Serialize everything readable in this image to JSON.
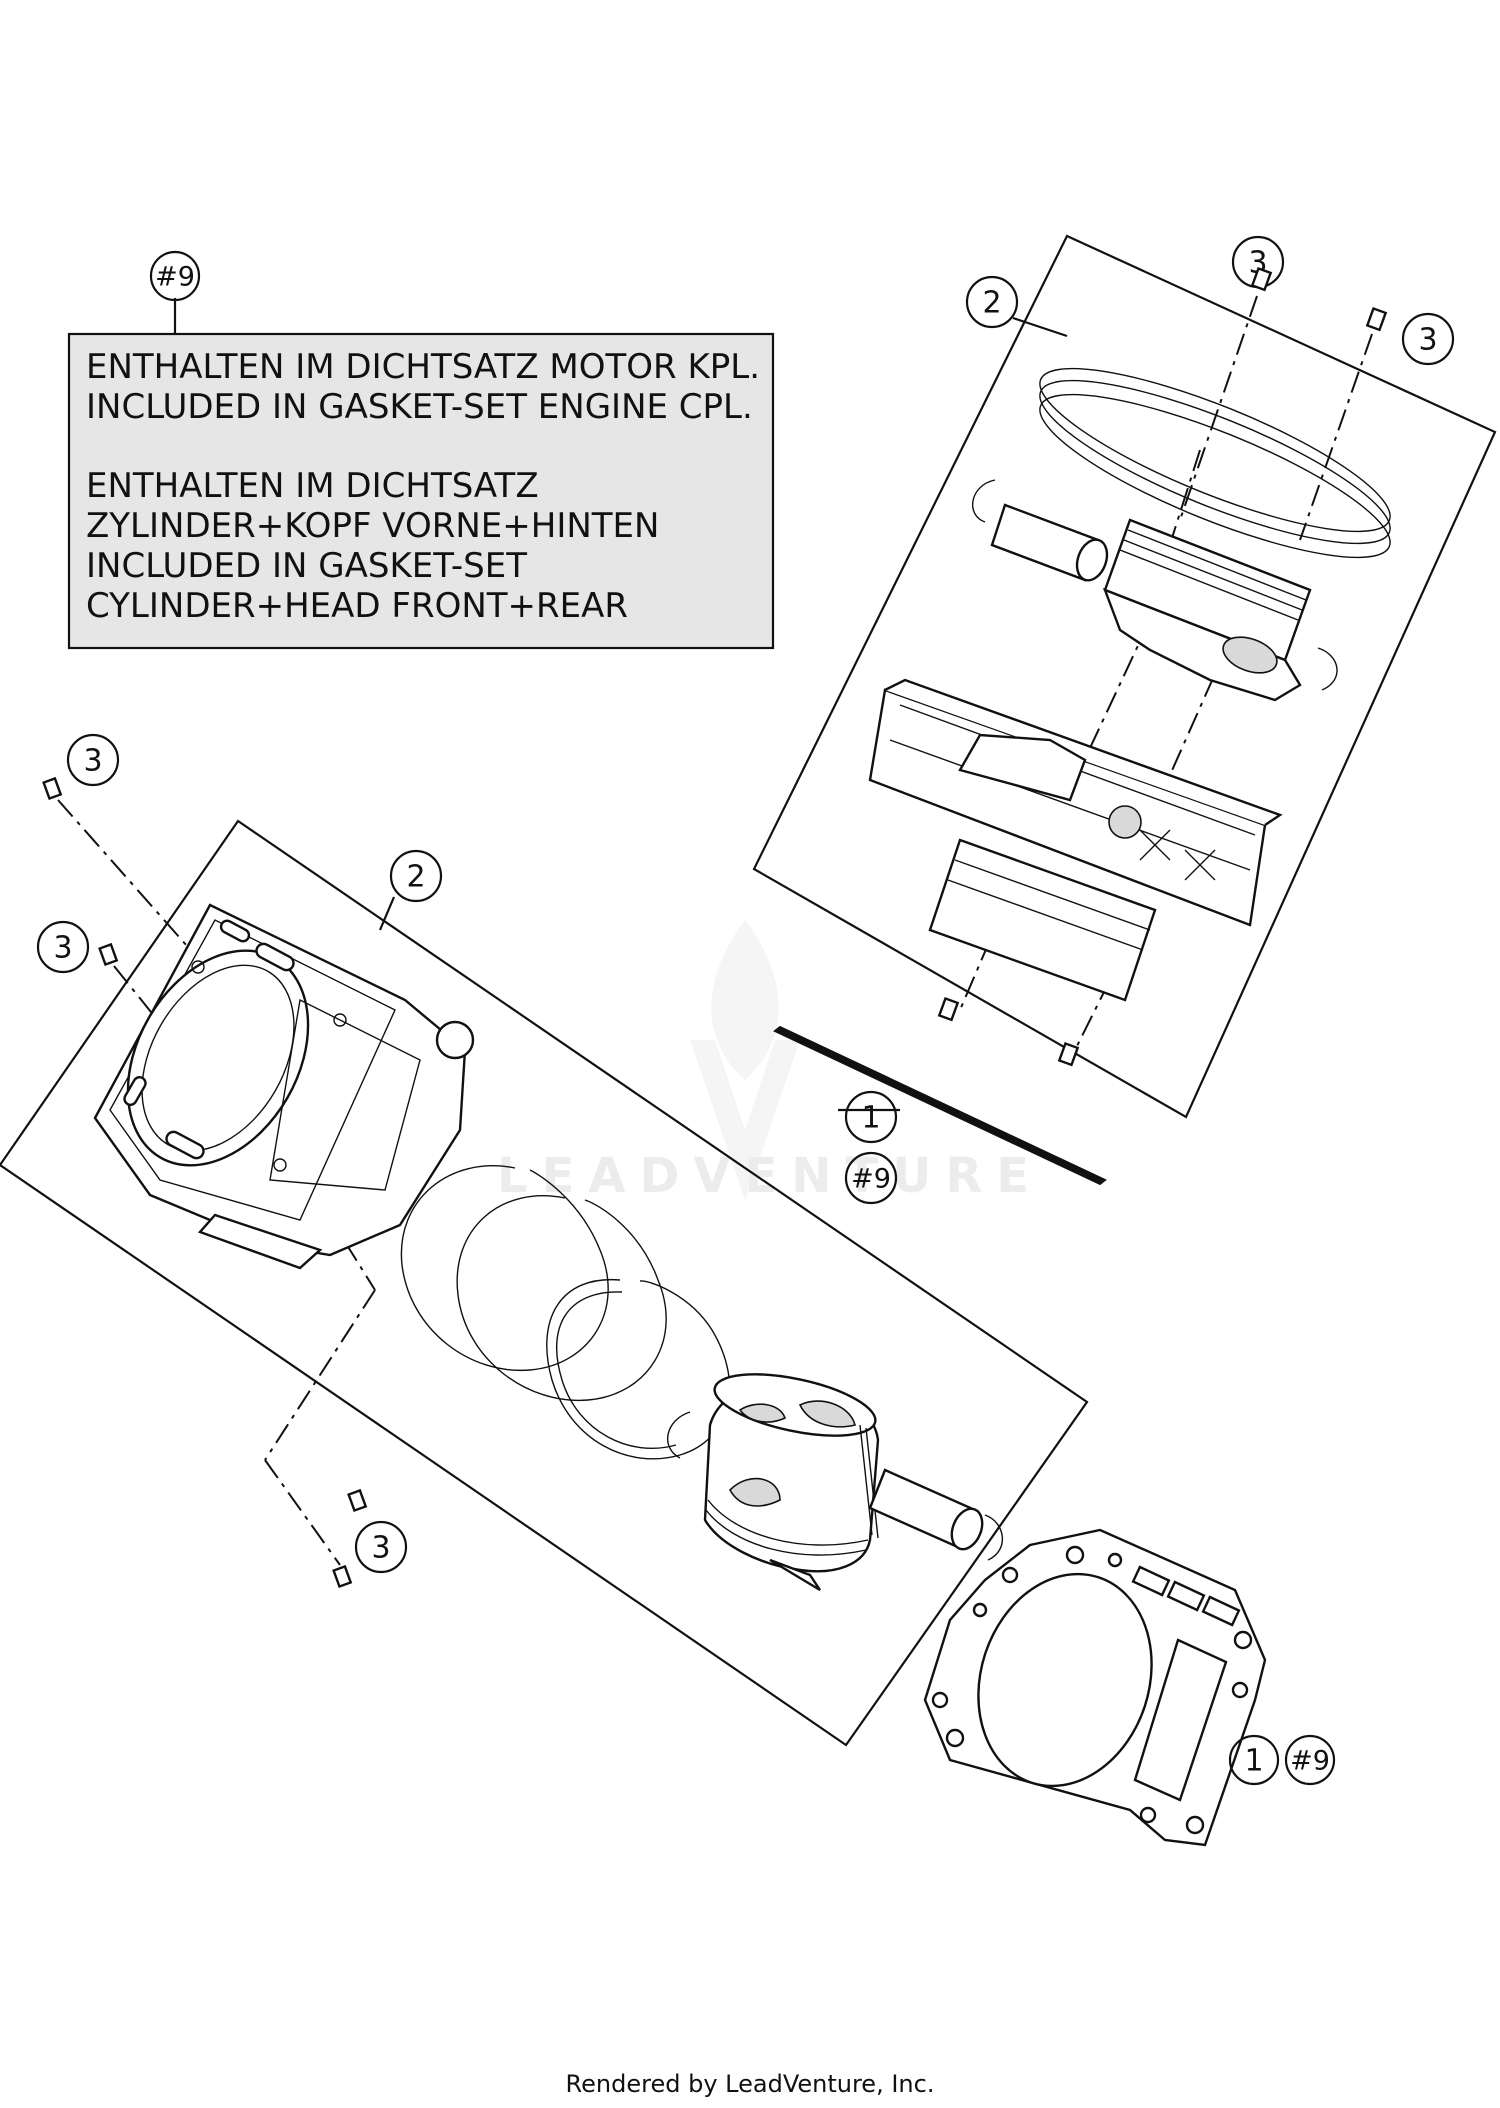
{
  "note": {
    "ref": "#9",
    "lines": [
      "ENTHALTEN IM DICHTSATZ MOTOR KPL.",
      "INCLUDED IN GASKET-SET ENGINE CPL.",
      "ENTHALTEN IM DICHTSATZ",
      "ZYLINDER+KOPF VORNE+HINTEN",
      "INCLUDED IN GASKET-SET",
      "CYLINDER+HEAD FRONT+REAR"
    ]
  },
  "callouts": {
    "top_assembly": "2",
    "top_pin_left": "3",
    "top_pin_right": "3",
    "main_assembly": "2",
    "main_pin_top": "3",
    "main_pin_mid": "3",
    "main_pin_bottom": "3",
    "base_gasket_num": "1",
    "base_gasket_ref": "#9",
    "head_gasket_num": "1",
    "head_gasket_ref": "#9"
  },
  "watermark": "LEADVENTURE",
  "footer": "Rendered by LeadVenture, Inc.",
  "colors": {
    "note_box_fill": "#e6e6e6",
    "line": "#111111",
    "watermark": "#ececec"
  }
}
